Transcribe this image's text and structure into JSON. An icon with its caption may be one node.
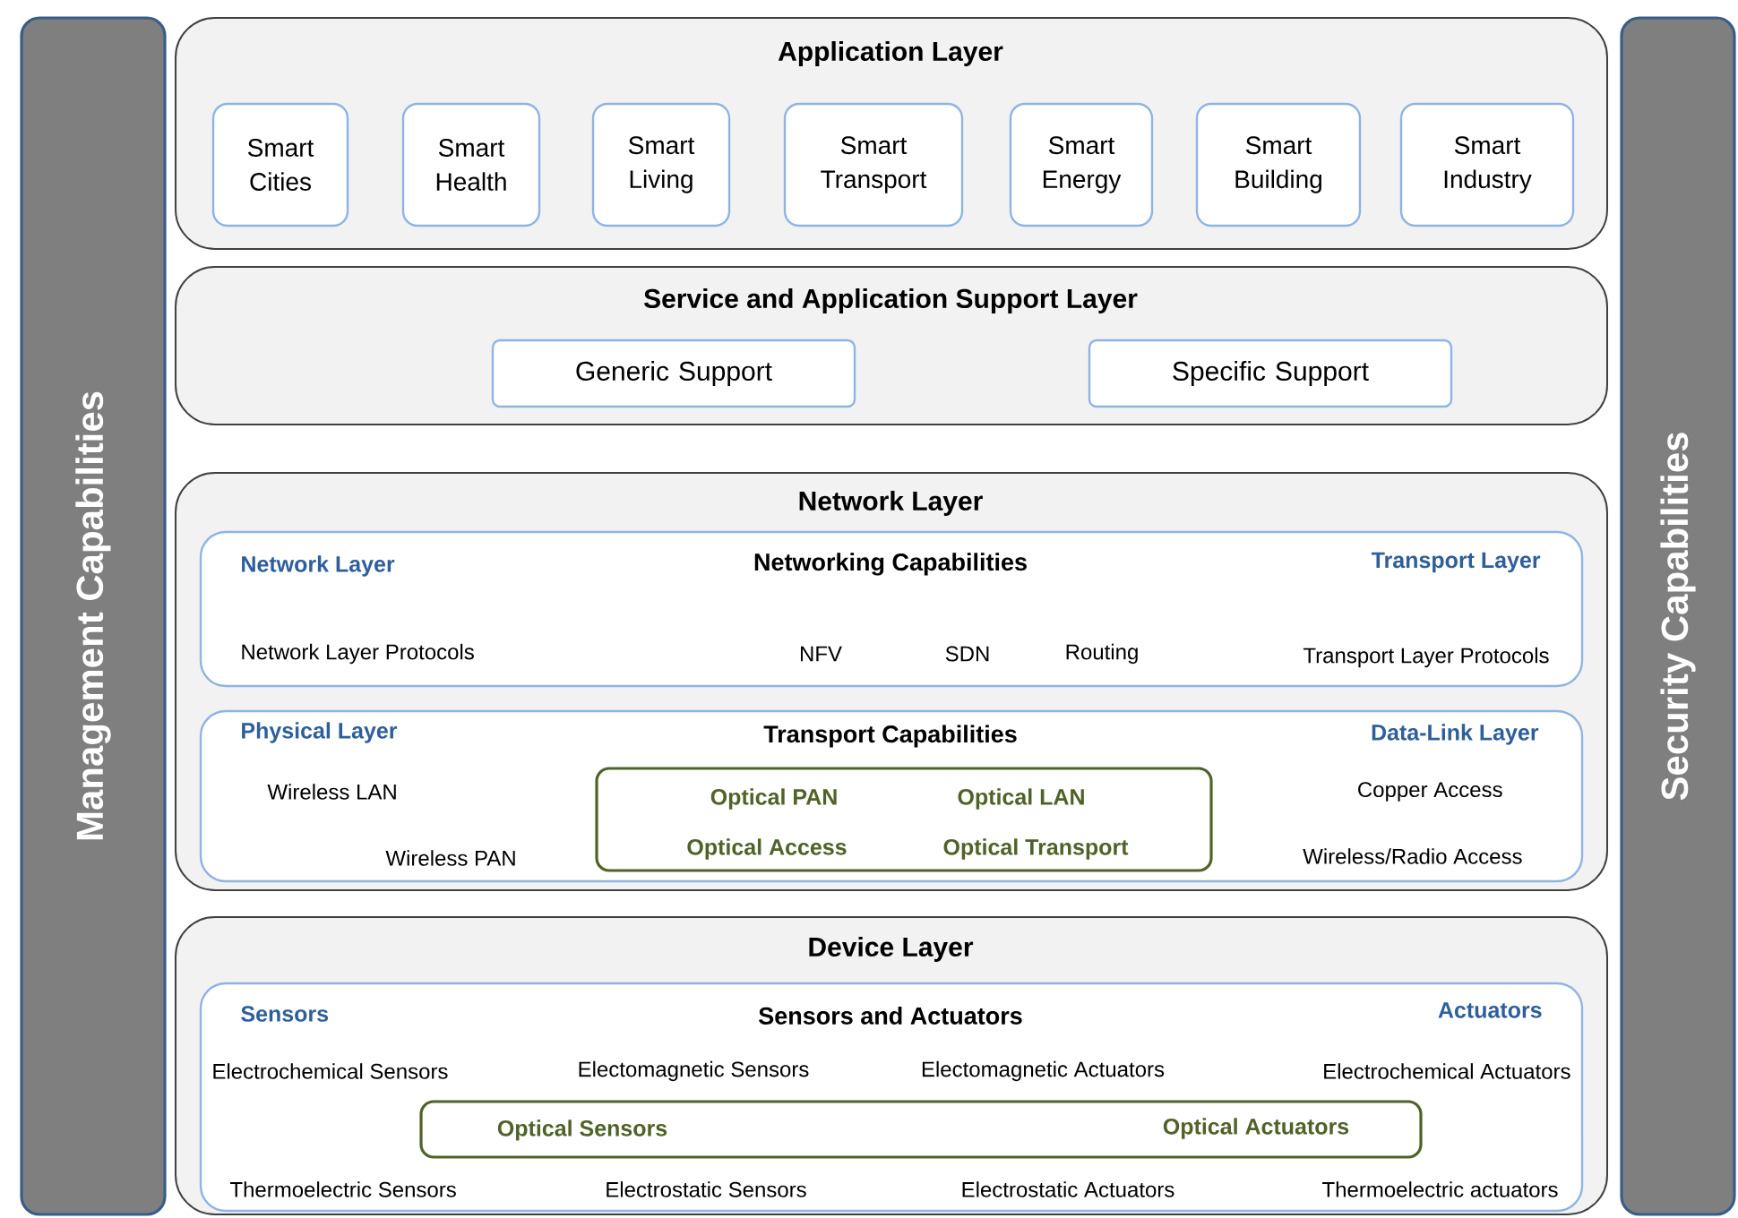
{
  "diagram": {
    "nodes": [
      {
        "text": [
          "Management Capabilities"
        ]
      },
      {
        "text": [
          "Application Layer"
        ]
      },
      {
        "text": [
          "Smart Cities"
        ],
        "in": 1
      },
      {
        "text": [
          "Smart Health"
        ],
        "in": 1
      },
      {
        "text": [
          "Smart Living"
        ],
        "in": 1
      },
      {
        "text": [
          "Smart Transport"
        ],
        "in": 1
      },
      {
        "text": [
          "Smart Energy"
        ],
        "in": 1
      },
      {
        "text": [
          "Smart Building"
        ],
        "in": 1
      },
      {
        "text": [
          "Smart Industry"
        ],
        "in": 1
      },
      {
        "text": [
          "Service and Application Support Layer"
        ]
      },
      {
        "text": [
          "Generic Support"
        ],
        "in": 9
      },
      {
        "text": [
          "Specific Support"
        ],
        "in": 9
      },
      {
        "text": [
          "Network Layer"
        ]
      },
      {
        "text": [
          "Network Layer",
          "Networking Capabilities",
          "Transport Layer",
          "Network Layer Protocols",
          "NFV",
          "SDN",
          "Routing",
          "Transport Layer Protocols"
        ],
        "in": 12
      },
      {
        "text": [
          "Physical Layer",
          "Transport Capabilities",
          "Data-Link Layer",
          "Wireless LAN",
          "Wireless PAN",
          "Copper Access",
          "Wireless/Radio Access"
        ],
        "in": 12
      },
      {
        "text": [
          "Optical PAN",
          "Optical LAN",
          "Optical Access",
          "Optical Transport"
        ],
        "in": 14
      },
      {
        "text": [
          "Device Layer"
        ]
      },
      {
        "text": [
          "Sensors",
          "Sensors and Actuators",
          "Actuators",
          "Electrochemical Sensors",
          "Electomagnetic Sensors",
          "Electomagnetic Actuators",
          "Electrochemical Actuators",
          "Thermoelectric Sensors",
          "Electrostatic Sensors",
          "Electrostatic Actuators",
          "Thermoelectric actuators"
        ],
        "in": 16
      },
      {
        "text": [
          "Optical Sensors",
          "Optical Actuators"
        ],
        "in": 17
      },
      {
        "text": [
          "Security Capabilities"
        ]
      }
    ]
  }
}
